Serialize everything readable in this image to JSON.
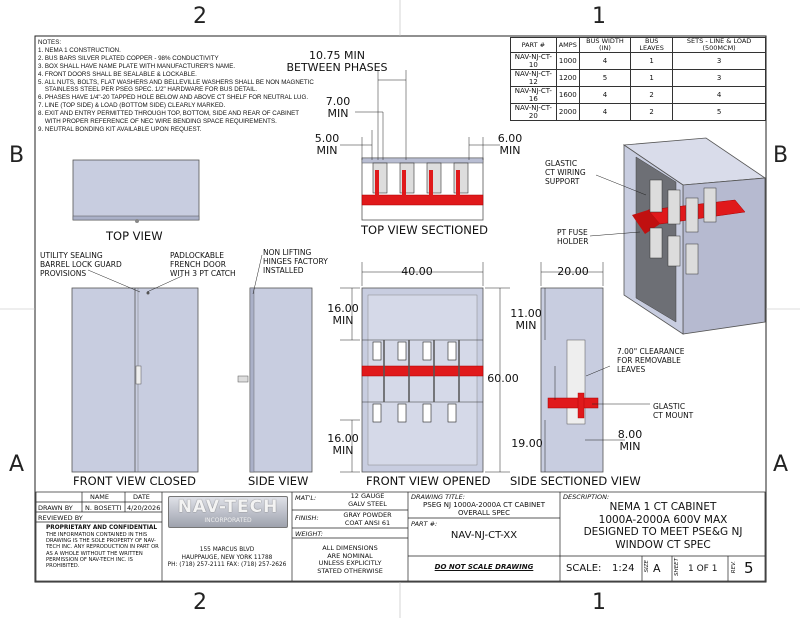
{
  "zones": {
    "top_left": "2",
    "top_right": "1",
    "bottom_left": "2",
    "bottom_right": "1",
    "left_upper": "B",
    "left_lower": "A",
    "right_upper": "B",
    "right_lower": "A"
  },
  "notes": {
    "title": "NOTES:",
    "lines": [
      "1. NEMA 1 CONSTRUCTION.",
      "2. BUS BARS SILVER PLATED COPPER - 98% CONDUCTIVITY",
      "3. BOX SHALL HAVE NAME PLATE WITH MANUFACTURER'S NAME.",
      "4. FRONT DOORS SHALL BE SEALABLE & LOCKABLE.",
      "5. ALL NUTS, BOLTS, FLAT WASHERS AND BELLEVILLE WASHERS SHALL BE NON MAGNETIC",
      "    STAINLESS STEEL PER PSEG SPEC. 1/2\" HARDWARE FOR BUS DETAIL.",
      "6. PHASES HAVE 1/4\"-20 TAPPED HOLE BELOW AND ABOVE CT SHELF FOR NEUTRAL LUG.",
      "7. LINE (TOP SIDE) & LOAD (BOTTOM SIDE) CLEARLY MARKED.",
      "8. EXIT AND ENTRY PERMITTED THROUGH TOP, BOTTOM, SIDE AND REAR OF CABINET",
      "    WITH PROPER REFERENCE OF NEC WIRE BENDING SPACE REQUIREMENTS.",
      "9. NEUTRAL BONDING KIT AVAILABLE UPON REQUEST."
    ]
  },
  "parts_table": {
    "headers": [
      "PART #",
      "AMPS",
      "BUS WIDTH (IN)",
      "BUS LEAVES",
      "SETS - LINE & LOAD (500MCM)"
    ],
    "rows": [
      [
        "NAV-NJ-CT-10",
        "1000",
        "4",
        "1",
        "3"
      ],
      [
        "NAV-NJ-CT-12",
        "1200",
        "5",
        "1",
        "3"
      ],
      [
        "NAV-NJ-CT-16",
        "1600",
        "4",
        "2",
        "4"
      ],
      [
        "NAV-NJ-CT-20",
        "2000",
        "4",
        "2",
        "5"
      ]
    ]
  },
  "dims": {
    "between_phases": "10.75 MIN\nBETWEEN PHASES",
    "d700": "7.00\nMIN",
    "d500": "5.00\nMIN",
    "d600": "6.00\nMIN",
    "width": "40.00",
    "depth": "20.00",
    "top16": "16.00\nMIN",
    "bot16": "16.00\nMIN",
    "height": "60.00",
    "d1100": "11.00\nMIN",
    "d1900": "19.00",
    "d800": "8.00\nMIN"
  },
  "callouts": {
    "glastic_support": "GLASTIC\nCT WIRING\nSUPPORT",
    "pt_fuse": "PT FUSE\nHOLDER",
    "utility_sealing": "UTILITY SEALING\nBARREL LOCK GUARD\nPROVISIONS",
    "padlockable": "PADLOCKABLE\nFRENCH DOOR\nWITH 3 PT CATCH",
    "hinges": "NON LIFTING\nHINGES FACTORY\nINSTALLED",
    "clearance": "7.00\" CLEARANCE\nFOR REMOVABLE\nLEAVES",
    "ct_mount": "GLASTIC\nCT MOUNT"
  },
  "views": {
    "top": "TOP VIEW",
    "top_sectioned": "TOP VIEW SECTIONED",
    "front_closed": "FRONT VIEW CLOSED",
    "side": "SIDE VIEW",
    "front_opened": "FRONT VIEW OPENED",
    "side_sectioned": "SIDE SECTIONED VIEW"
  },
  "title_block": {
    "name_hdr": "NAME",
    "date_hdr": "DATE",
    "drawn_by": "DRAWN BY",
    "drawn_name": "N. BOSETTI",
    "drawn_date": "4/20/2026",
    "reviewed_by": "REVIEWED BY",
    "prop_title": "PROPRIETARY AND CONFIDENTIAL",
    "prop_text": "THE INFORMATION CONTAINED IN THIS DRAWING IS THE SOLE PROPERTY OF NAV-TECH INC. ANY REPRODUCTION IN PART OR AS A WHOLE WITHOUT THE WRITTEN PERMISSION OF NAV-TECH INC. IS PROHIBITED.",
    "logo_main": "NAV-TECH",
    "logo_sub": "INCORPORATED",
    "address1": "155 MARCUS BLVD",
    "address2": "HAUPPAUGE, NEW YORK 11788",
    "phone": "PH: (718) 257-2111   FAX: (718) 257-2626",
    "matl_lbl": "MAT'L:",
    "matl_val": "12 GAUGE\nGALV STEEL",
    "finish_lbl": "FINISH:",
    "finish_val": "GRAY POWDER\nCOAT ANSI 61",
    "weight_lbl": "WEIGHT:",
    "dims_note": "ALL DIMENSIONS\nARE NOMINAL\nUNLESS EXPLICITLY\nSTATED OTHERWISE",
    "dwg_title_lbl": "DRAWING TITLE:",
    "dwg_title": "PSEG NJ 1000A-2000A CT CABINET\nOVERALL SPEC",
    "part_lbl": "PART #:",
    "part_val": "NAV-NJ-CT-XX",
    "do_not_scale": "DO NOT SCALE DRAWING",
    "desc_lbl": "DESCRIPTION:",
    "desc": "NEMA 1 CT CABINET\n1000A-2000A 600V MAX\nDESIGNED TO MEET PSE&G NJ\nWINDOW CT SPEC",
    "scale_lbl": "SCALE:",
    "scale_val": "1:24",
    "size_lbl": "SIZE",
    "size_val": "A",
    "sheet_lbl": "SHEET",
    "sheet_val": "1 OF 1",
    "rev_lbl": "REV.",
    "rev_val": "5"
  },
  "colors": {
    "red": "#e0191b",
    "cabinet": "#c5c9dd",
    "cabinet_dark": "#9da2bb",
    "line": "#222222"
  }
}
